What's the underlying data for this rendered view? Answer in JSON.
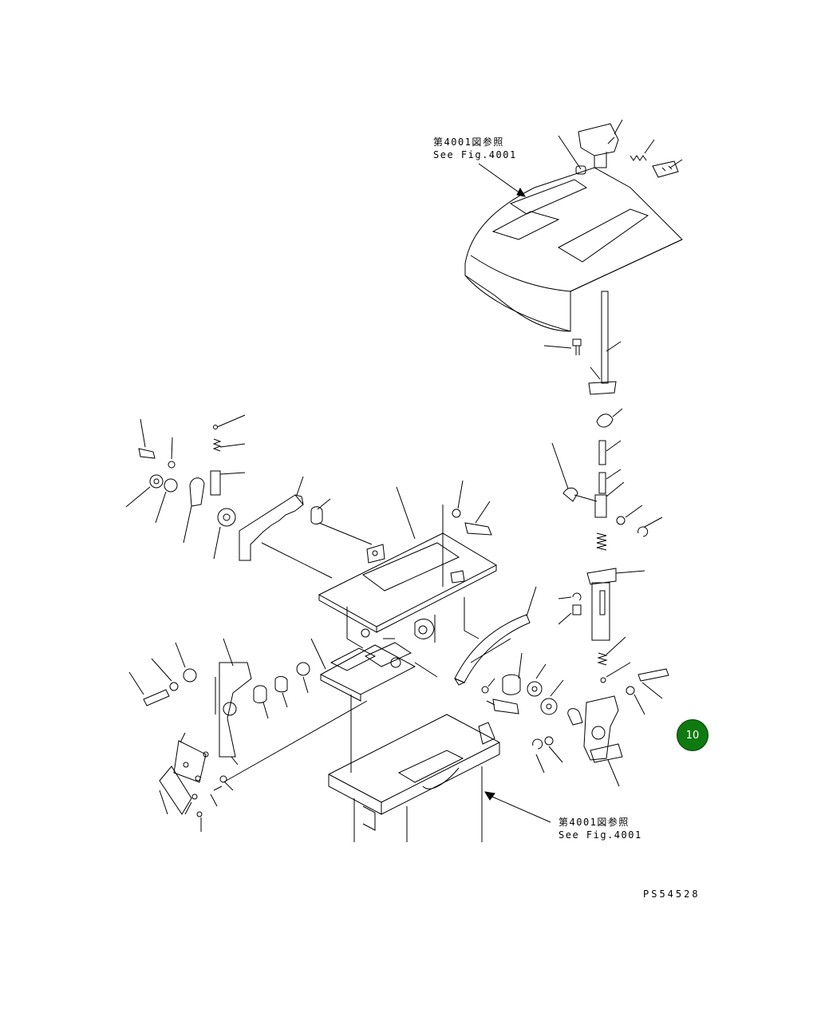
{
  "references": [
    {
      "jp": "第4001図参照",
      "en": "See Fig.4001"
    },
    {
      "jp": "第4001図参照",
      "en": "See Fig.4001"
    }
  ],
  "drawing_code": "PS54528",
  "page_badge": "10",
  "colors": {
    "line": "#000000",
    "badge": "#0f7a0f",
    "badge_text": "#ffffff",
    "background": "#ffffff"
  }
}
